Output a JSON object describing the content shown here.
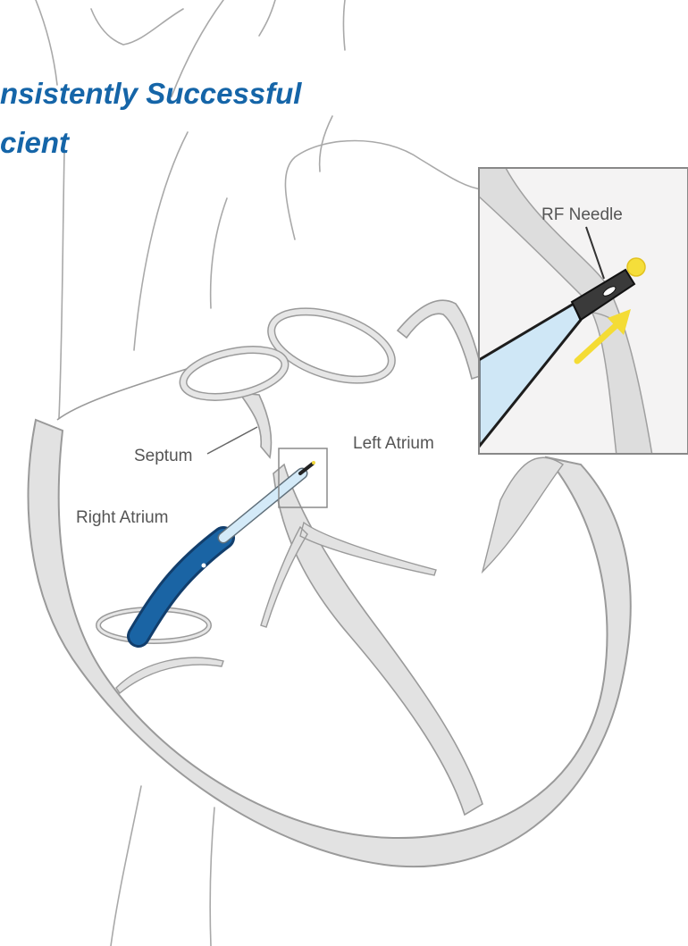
{
  "headline": {
    "line1": "nsistently Successful",
    "line2": "cient"
  },
  "labels": {
    "septum": "Septum",
    "left_atrium": "Left Atrium",
    "right_atrium": "Right Atrium",
    "rf_needle": "RF Needle"
  },
  "colors": {
    "headline": "#1565a8",
    "tissue_fill": "#e2e2e2",
    "tissue_stroke": "#9a9a9a",
    "catheter_blue": "#135a9a",
    "sheath_light": "#cfe7f6",
    "needle_tip": "#f1d83a",
    "arrow": "#f4dc35"
  },
  "icons": {
    "direction_arrow": "arrow-up-right"
  }
}
